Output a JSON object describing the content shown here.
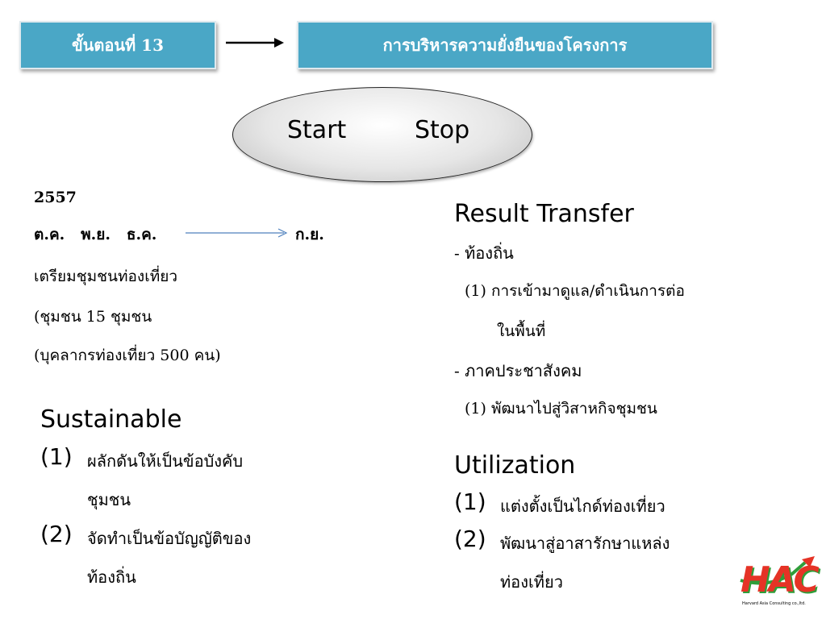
{
  "header": {
    "step_label": "ขั้นตอนที่ 13",
    "title": "การบริหารความยั่งยืนของโครงการ"
  },
  "flow": {
    "start": "Start",
    "stop": "Stop"
  },
  "timeline": {
    "year": "2557",
    "months_start": "ต.ค.   พ.ย.   ธ.ค.",
    "month_end": "ก.ย.",
    "activity": "เตรียมชุมชนท่องเที่ยว",
    "communities": "(ชุมชน 15 ชุมชน",
    "staff": "(บุคลากรท่องเที่ยว 500 คน)"
  },
  "sustainable": {
    "heading": "Sustainable",
    "items": [
      {
        "num": "(1)",
        "line1": "ผลักดันให้เป็นข้อบังคับ",
        "line2": "ชุมชน"
      },
      {
        "num": "(2)",
        "line1": "จัดทำเป็นข้อบัญญัติของ",
        "line2": "ท้องถิ่น"
      }
    ]
  },
  "result_transfer": {
    "heading": "Result Transfer",
    "local_label": "- ท้องถิ่น",
    "local_item_1": "(1) การเข้ามาดูแล/ดำเนินการต่อ",
    "local_item_1b": "ในพื้นที่",
    "civil_label": "- ภาคประชาสังคม",
    "civil_item_1": "(1) พัฒนาไปสู่วิสาหกิจชุมชน"
  },
  "utilization": {
    "heading": "Utilization",
    "items": [
      {
        "num": "(1)",
        "line1": "แต่งตั้งเป็นไกด์ท่องเที่ยว",
        "line2": ""
      },
      {
        "num": "(2)",
        "line1": "พัฒนาสู่อาสารักษาแหล่ง",
        "line2": "ท่องเที่ยว"
      }
    ]
  },
  "logo": {
    "text": "HAC",
    "subtitle": "Harvard Asia Consulting co.,ltd."
  },
  "colors": {
    "box_fill": "#4aa7c6",
    "arrow_blue": "#4f81bd",
    "logo_red": "#e53326",
    "logo_green": "#2f9e3a"
  }
}
